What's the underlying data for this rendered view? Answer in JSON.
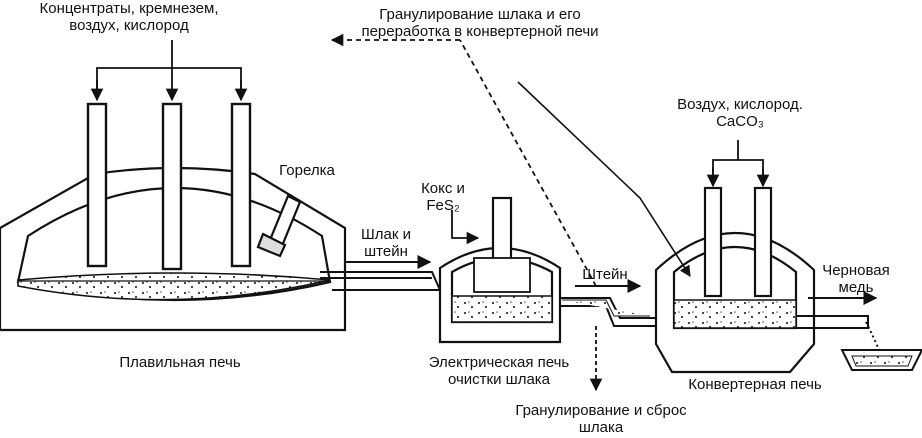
{
  "labels": {
    "feed_top": "Концентраты, кремнезем,\nвоздух, кислород",
    "slag_recycle": "Гранулирование шлака и его\nпереработка в конвертерной печи",
    "converter_feed": "Воздух, кислород.\nCaCO₃",
    "burner": "Горелка",
    "coke": "Кокс и\nFeS₂",
    "slag_matte": "Шлак и\nштейн",
    "matte": "Штейн",
    "blister_copper": "Черновая\nмедь",
    "smelting_furnace": "Плавильная печь",
    "electric_furnace": "Электрическая печь\nочистки шлака",
    "converter_furnace": "Конвертерная печь",
    "slag_discard": "Гранулирование и сброс\nшлака"
  }
}
